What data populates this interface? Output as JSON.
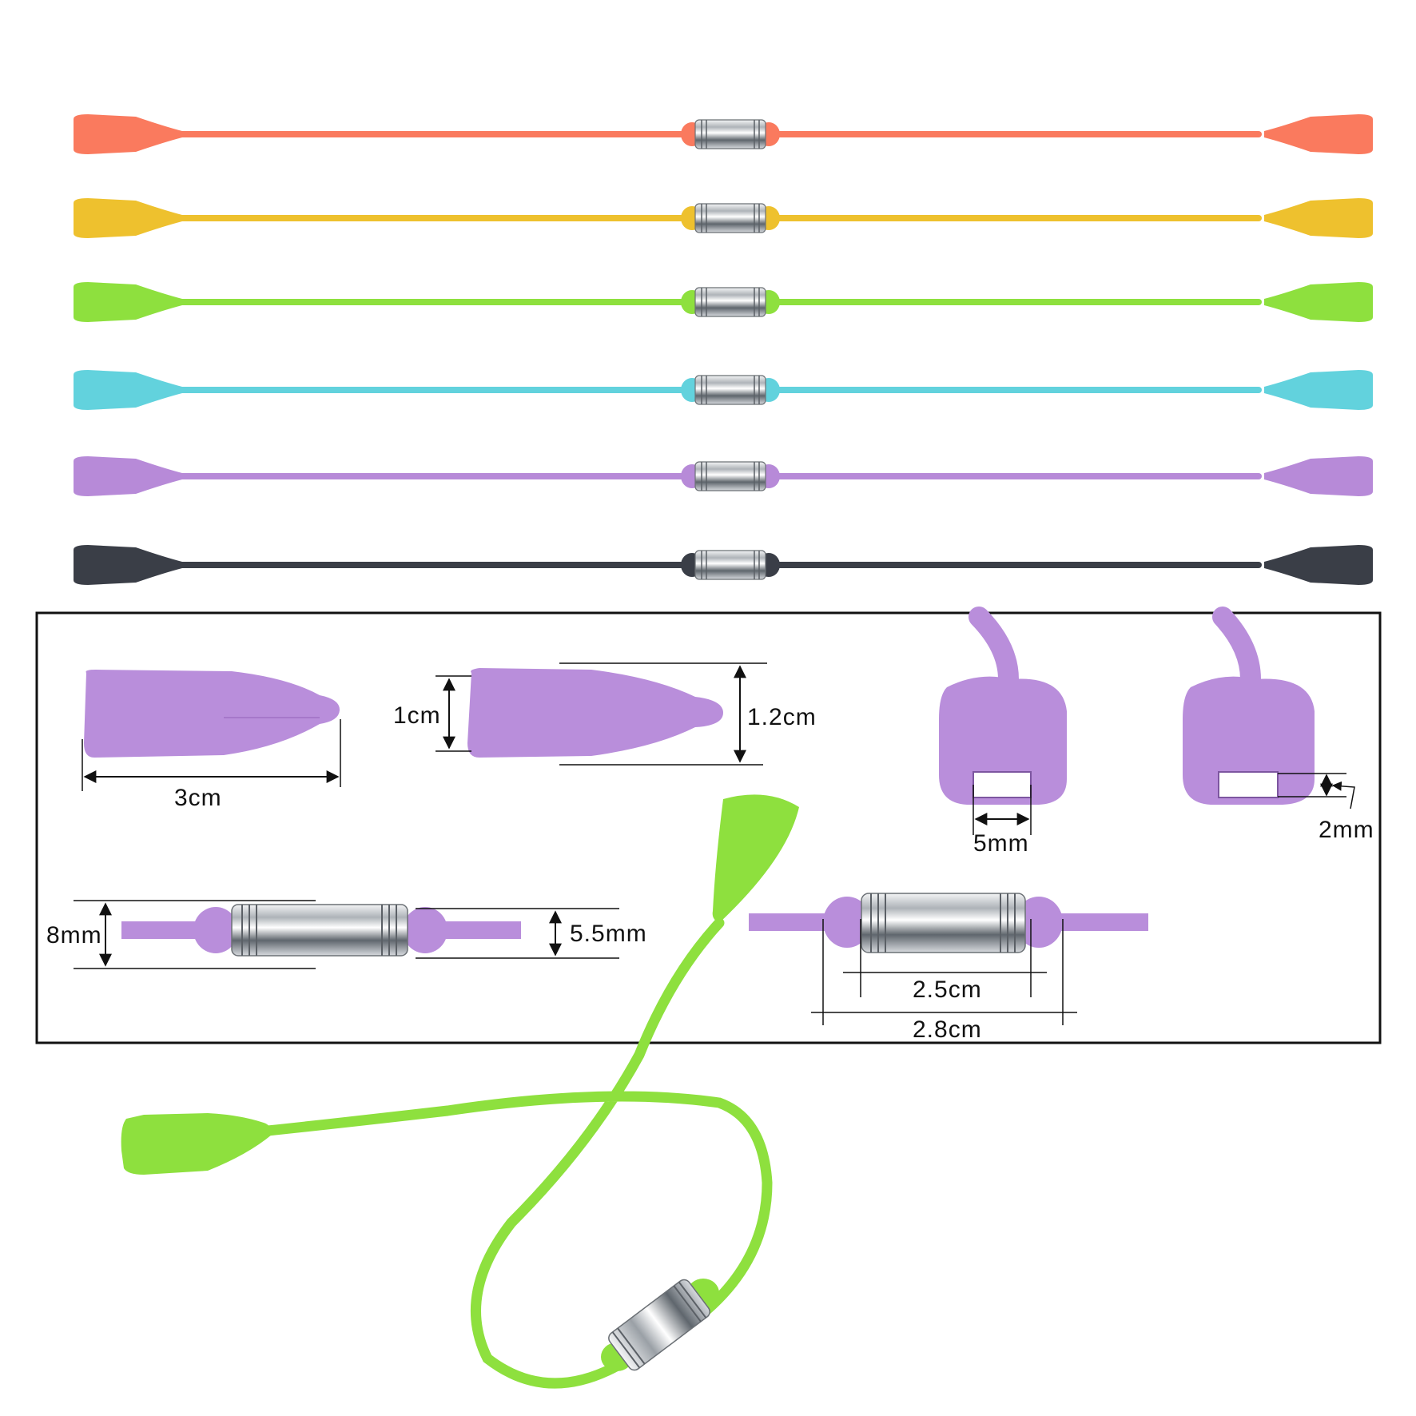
{
  "straps": [
    {
      "color_name": "coral",
      "color": "#FA7A5E",
      "dark": "#E5563F"
    },
    {
      "color_name": "yellow",
      "color": "#EEC12E",
      "dark": "#D4A516"
    },
    {
      "color_name": "green",
      "color": "#8EE03E",
      "dark": "#6CC421"
    },
    {
      "color_name": "cyan",
      "color": "#62D2DD",
      "dark": "#3CB8C6"
    },
    {
      "color_name": "purple",
      "color": "#B78AD8",
      "dark": "#9A6BC0"
    },
    {
      "color_name": "black",
      "color": "#3A3E47",
      "dark": "#23262D"
    }
  ],
  "detail_panel": {
    "border_color": "#111111",
    "silicone_color": "#B98EDB",
    "metal_color": "#C4C8CC",
    "dimensions": {
      "tip_length": "3cm",
      "tip_height": "1cm",
      "tip_width": "1.2cm",
      "slot_width": "5mm",
      "slot_height": "2mm",
      "bead_diameter": "8mm",
      "cord_thickness": "5.5mm",
      "connector_length": "2.5cm",
      "connector_total_length": "2.8cm"
    }
  },
  "loop_strap": {
    "color_name": "green",
    "color": "#8EE03E",
    "dark": "#6CC421"
  }
}
